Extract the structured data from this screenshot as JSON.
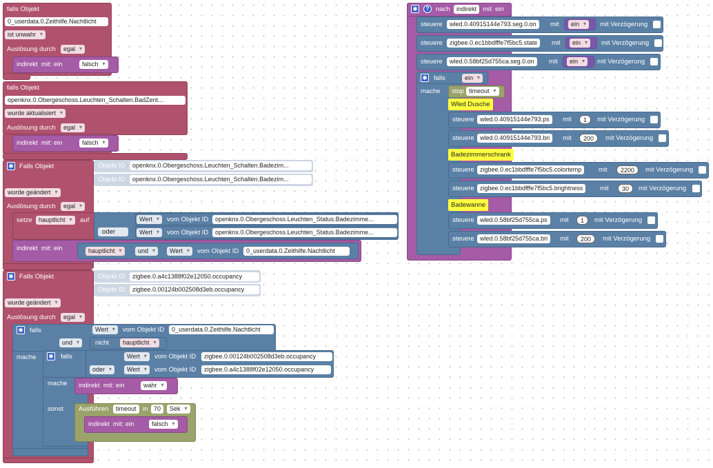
{
  "kw": {
    "falls_objekt": "falls Objekt",
    "falls_objekt_cap": "Falls Objekt",
    "ausloesung_durch": "Auslösung durch",
    "indirekt": "indirekt",
    "mit": "mit:",
    "ein": "ein",
    "objekt_id": "Objekt ID",
    "setze": "setze",
    "auf": "auf",
    "oder": "oder",
    "und": "und",
    "nicht": "nicht",
    "wert": "Wert",
    "vom_objekt_id": "vom Objekt ID",
    "falls": "falls",
    "mache": "mache",
    "sonst": "sonst",
    "ausfuehren": "Ausführen",
    "in": "in",
    "sek": "Sek",
    "steuere": "steuere",
    "mit_plain": "mit",
    "mit_verzoegerung": "mit Verzögerung",
    "nach": "nach",
    "mit_ein": "mit: ein",
    "stop": "stop",
    "timeout": "timeout"
  },
  "block1": {
    "object": "0_userdata.0.Zeithilfe.Nachtlicht",
    "condition": "ist unwahr",
    "trigger": "egal",
    "value": "falsch"
  },
  "block2": {
    "object": "openknx.0.Obergeschoss.Leuchten_Schalten.BadZent...",
    "condition": "wurde aktualisiert",
    "trigger": "egal",
    "value": "falsch"
  },
  "block3": {
    "ids": [
      "openknx.0.Obergeschoss.Leuchten_Schalten.Badezim...",
      "openknx.0.Obergeschoss.Leuchten_Schalten.Badezim..."
    ],
    "condition": "wurde geändert",
    "trigger": "egal",
    "var": "hauptlicht",
    "src1": "openknx.0.Obergeschoss.Leuchten_Status.Badezimme...",
    "src2": "openknx.0.Obergeschoss.Leuchten_Status.Badezimme...",
    "ind_var": "hauptlicht",
    "ind_obj": "0_userdata.0.Zeithilfe.Nachtlicht"
  },
  "block4": {
    "ids": [
      "zigbee.0.a4c1388f02e12050.occupancy",
      "zigbee.0.00124b002508d3eb.occupancy"
    ],
    "condition": "wurde geändert",
    "trigger": "egal",
    "if_obj": "0_userdata.0.Zeithilfe.Nachtlicht",
    "if_var": "hauptlicht",
    "inner_obj1": "zigbee.0.00124b002508d3eb.occupancy",
    "inner_obj2": "zigbee.0.a4c1388f02e12050.occupancy",
    "then_value": "wahr",
    "timeout_name": "timeout",
    "timeout_val": "70",
    "else_value": "falsch"
  },
  "right": {
    "var": "indirekt",
    "controls": [
      {
        "target": "wled.0.40915144e793.seg.0.on",
        "value": "ein"
      },
      {
        "target": "zigbee.0.ec1bbdfffe7f5bc5.state",
        "value": "ein"
      },
      {
        "target": "wled.0.58bf25d755ca.seg.0.on",
        "value": "ein"
      }
    ],
    "if_value": "ein",
    "label_wled_dusche": "Wled Dusche",
    "dusche": [
      {
        "target": "wled.0.40915144e793.ps",
        "value": "1"
      },
      {
        "target": "wled.0.40915144e793.bri",
        "value": "200"
      }
    ],
    "label_schrank": "Badezimmerschrank",
    "schrank": [
      {
        "target": "zigbee.0.ec1bbdfffe7f5bc5.colortemp",
        "value": "2200"
      },
      {
        "target": "zigbee.0.ec1bbdfffe7f5bc5.brightness",
        "value": "30"
      }
    ],
    "label_wanne": "Badewanne",
    "wanne": [
      {
        "target": "wled.0.58bf25d755ca.ps",
        "value": "1"
      },
      {
        "target": "wled.0.58bf25d755ca.bri",
        "value": "200"
      }
    ]
  }
}
